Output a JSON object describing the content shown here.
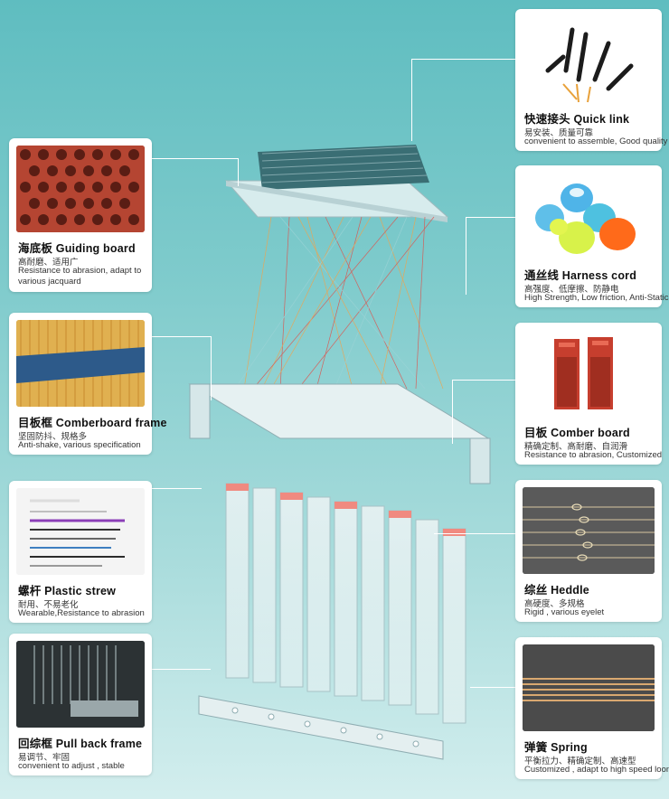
{
  "colors": {
    "background_top": "#5fbdc0",
    "background_bottom": "#d3eeee",
    "card_bg": "#ffffff",
    "thread_orange": "#f2a24a",
    "thread_red": "#e0504a",
    "frame_line": "#6a8f96"
  },
  "left_cards": [
    {
      "title": "海底板 Guiding board",
      "desc_cn": "高耐磨、适用广",
      "desc_en": "Resistance to abrasion, adapt to",
      "desc_en2": "various jacquard",
      "icon": "guiding-board-photo"
    },
    {
      "title": "目板框 Comberboard frame",
      "desc_cn": "坚固防抖、规格多",
      "desc_en": "Anti-shake, various specification",
      "icon": "comberboard-frame-photo"
    },
    {
      "title": "螺杆 Plastic strew",
      "desc_cn": "耐用、不易老化",
      "desc_en": "Wearable,Resistance to abrasion",
      "icon": "plastic-strew-photo"
    },
    {
      "title": "回综框 Pull back frame",
      "desc_cn": "易调节、牢固",
      "desc_en": "convenient to adjust , stable",
      "icon": "pull-back-frame-photo"
    }
  ],
  "right_cards": [
    {
      "title": "快速接头 Quick link",
      "desc_cn": "易安装、质量可靠",
      "desc_en": "convenient to assemble, Good quality",
      "icon": "quick-link-photo"
    },
    {
      "title": "通丝线 Harness cord",
      "desc_cn": "高强度、低摩擦、防静电",
      "desc_en": "High Strength, Low friction, Anti-Static",
      "icon": "harness-cord-photo"
    },
    {
      "title": "目板 Comber board",
      "desc_cn": "精确定制、高耐磨、自润滑",
      "desc_en": "Resistance to abrasion, Customized",
      "icon": "comber-board-photo"
    },
    {
      "title": "综丝 Heddle",
      "desc_cn": "高硬度、多规格",
      "desc_en": "Rigid , various eyelet",
      "icon": "heddle-photo"
    },
    {
      "title": "弹簧 Spring",
      "desc_cn": "平衡拉力、精确定制、高速型",
      "desc_en": "Customized , adapt to high speed loom",
      "icon": "spring-photo"
    }
  ]
}
